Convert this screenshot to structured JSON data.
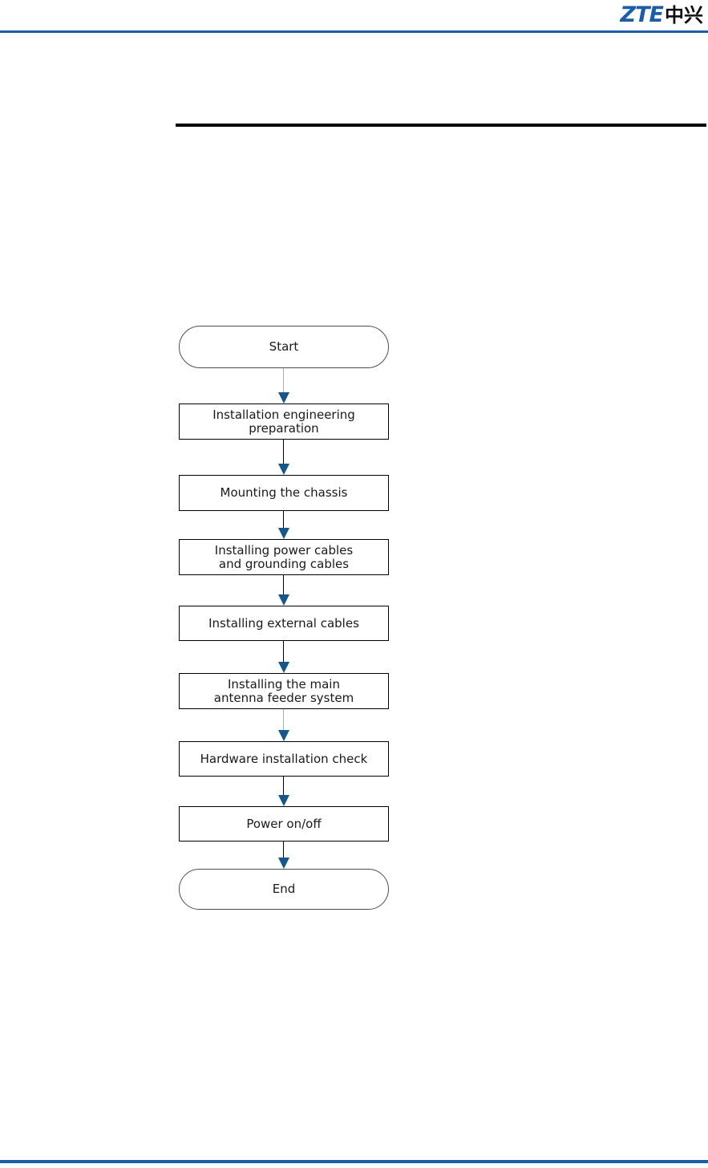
{
  "colors": {
    "accent-blue": "#1a5da8",
    "arrow-blue": "#15568d",
    "rule-black": "#000000",
    "connector-gray": "#ababab",
    "text-ink": "#1a1a1a",
    "terminator-border": "#4f4f4f"
  },
  "header": {
    "logo_zte": "ZTE",
    "logo_cn": "中兴"
  },
  "flowchart": {
    "nodes": [
      {
        "id": "start",
        "type": "terminator",
        "label": "Start"
      },
      {
        "id": "installation-engineering-preparation",
        "type": "process",
        "label": "Installation engineering\npreparation"
      },
      {
        "id": "mounting-the-chassis",
        "type": "process",
        "label": "Mounting the chassis"
      },
      {
        "id": "installing-power-and-grounding-cables",
        "type": "process",
        "label": "Installing power cables\nand grounding cables"
      },
      {
        "id": "installing-external-cables",
        "type": "process",
        "label": "Installing external cables"
      },
      {
        "id": "installing-main-antenna-feeder-system",
        "type": "process",
        "label": "Installing the main\nantenna feeder system"
      },
      {
        "id": "hardware-installation-check",
        "type": "process",
        "label": "Hardware installation check"
      },
      {
        "id": "power-on-off",
        "type": "process",
        "label": "Power on/off"
      },
      {
        "id": "end",
        "type": "terminator",
        "label": "End"
      }
    ]
  }
}
